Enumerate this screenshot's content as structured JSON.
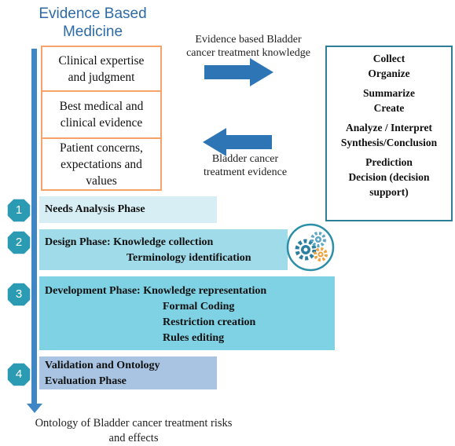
{
  "title_line1": "Evidence Based",
  "title_line2": "Medicine",
  "ebm_boxes": [
    {
      "line1": "Clinical expertise",
      "line2": "and judgment",
      "line3": ""
    },
    {
      "line1": "Best medical and",
      "line2": "clinical evidence",
      "line3": ""
    },
    {
      "line1": "Patient concerns,",
      "line2": "expectations and",
      "line3": "values"
    }
  ],
  "arrow_right_label": {
    "line1": "Evidence based Bladder",
    "line2": "cancer treatment knowledge"
  },
  "arrow_left_label": {
    "line1": "Bladder cancer",
    "line2": "treatment evidence"
  },
  "knowledge_steps": [
    [
      "Collect",
      "Organize"
    ],
    [
      "Summarize",
      "Create"
    ],
    [
      "Analyze / Interpret",
      "Synthesis/Conclusion"
    ],
    [
      "Prediction",
      "Decision (decision",
      "support)"
    ]
  ],
  "phases": [
    {
      "number": "1",
      "lines": [
        "Needs Analysis Phase"
      ]
    },
    {
      "number": "2",
      "lines": [
        "Design Phase: Knowledge collection",
        "Terminology identification"
      ]
    },
    {
      "number": "3",
      "lines": [
        "Development Phase: Knowledge representation",
        "Formal Coding",
        "Restriction creation",
        "Rules editing"
      ]
    },
    {
      "number": "4",
      "lines": [
        "Validation  and Ontology",
        "Evaluation Phase"
      ]
    }
  ],
  "bottom_label": {
    "line1": "Ontology of Bladder cancer treatment risks",
    "line2": "and effects"
  },
  "colors": {
    "spine": "#3f86c5",
    "ebm_border": "#f5a36a",
    "arrow": "#2e75b6",
    "badge": "#2b9bb4",
    "phase1": "#d6eef4",
    "phase2": "#9fdbe9",
    "phase3": "#7fd1e4",
    "phase4": "#a9c4e2",
    "knowledge_border": "#2e7f96"
  },
  "icons": [
    "gears-icon",
    "right-arrow-icon",
    "left-arrow-icon",
    "down-arrow-icon"
  ]
}
